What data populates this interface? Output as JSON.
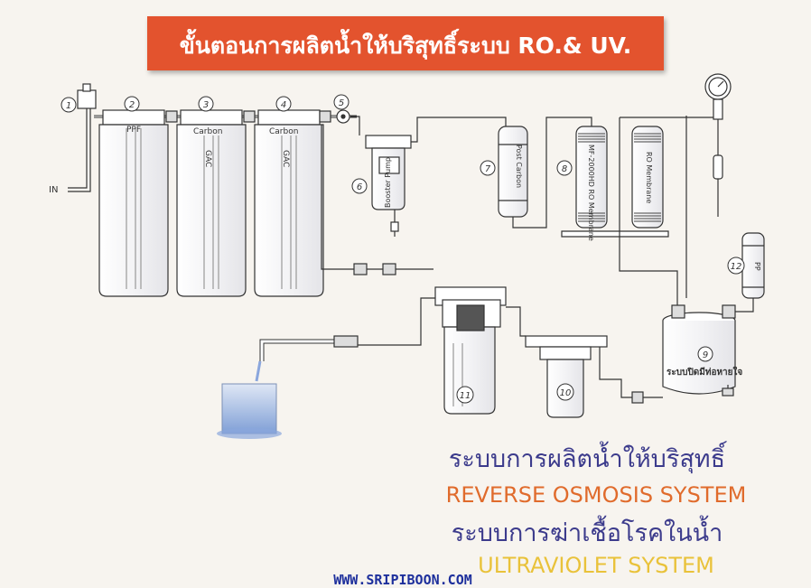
{
  "header": {
    "title": "ขั้นตอนการผลิตน้ำให้บริสุทธิ์ระบบ RO.& UV."
  },
  "labels": {
    "inlet": "IN",
    "ppf": "PPF",
    "carbon": "Carbon",
    "gac": "GAC",
    "booster_pump": "Booster Pump",
    "post_carbon": "Post Carbon",
    "membrane_1": "MF-2000HD RO Membrane",
    "membrane_2": "RO Membrane",
    "tank_text": "ระบบปิดมีท่อหายใจ",
    "final_filter": "PP"
  },
  "numbers": {
    "n1": "1",
    "n2": "2",
    "n3": "3",
    "n4": "4",
    "n5": "5",
    "n6": "6",
    "n7": "7",
    "n8": "8",
    "n9": "9",
    "n10": "10",
    "n11": "11",
    "n12": "12"
  },
  "captions": {
    "thai_1": "ระบบการผลิตน้ำให้บริสุทธิ์",
    "english_1": "REVERSE OSMOSIS SYSTEM",
    "thai_2": "ระบบการฆ่าเชื้อโรคในน้ำ",
    "english_2": "ULTRAVIOLET SYSTEM"
  },
  "website": "WWW.SRIPIBOON.COM",
  "colors": {
    "header_bg": "#e3532e",
    "thai_caption": "#3c3b8c",
    "reverse_osmosis": "#e06b2c",
    "ultraviolet": "#e9c23a",
    "website": "#1d2f9c"
  }
}
